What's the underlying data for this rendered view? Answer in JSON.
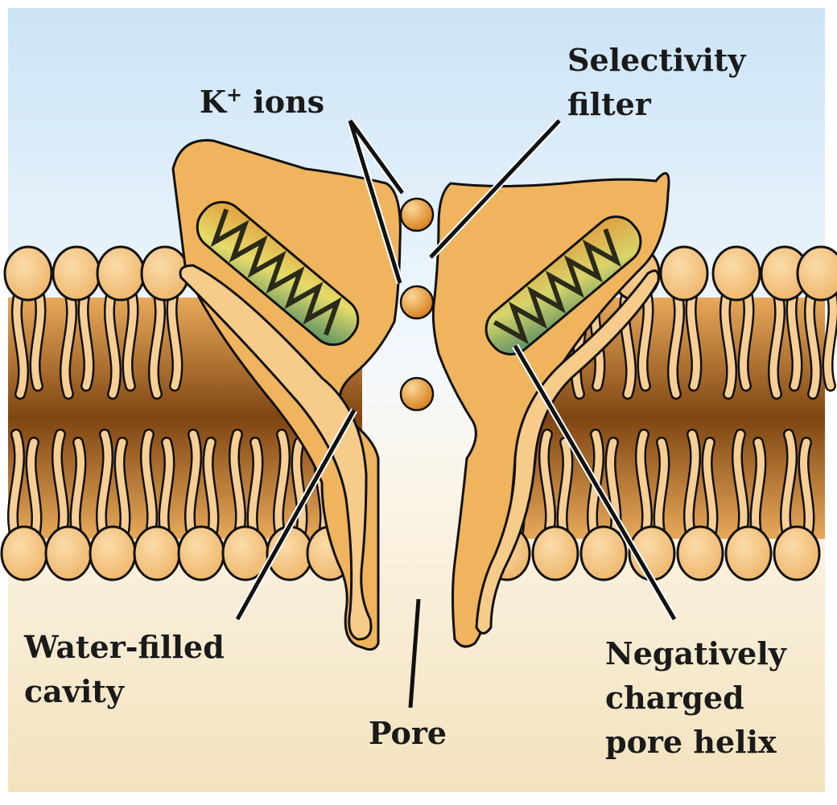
{
  "labels": {
    "k_ions_main": "K",
    "k_ions_sup": "+",
    "k_ions_rest": " ions",
    "selectivity_line1": "Selectivity",
    "selectivity_line2": "filter",
    "cavity_line1": "Water-filled",
    "cavity_line2": "cavity",
    "pore": "Pore",
    "helix_line1": "Negatively",
    "helix_line2": "charged",
    "helix_line3": "pore helix"
  },
  "colors": {
    "sky": "#cfe6f6",
    "cytosol": "#f5e6c4",
    "protein": "#f0b45e",
    "protein_inner": "#f7cb8a",
    "lipid_head": "#f6c887",
    "lipid_core": "#8a4f17",
    "ion": "#e89a35"
  }
}
